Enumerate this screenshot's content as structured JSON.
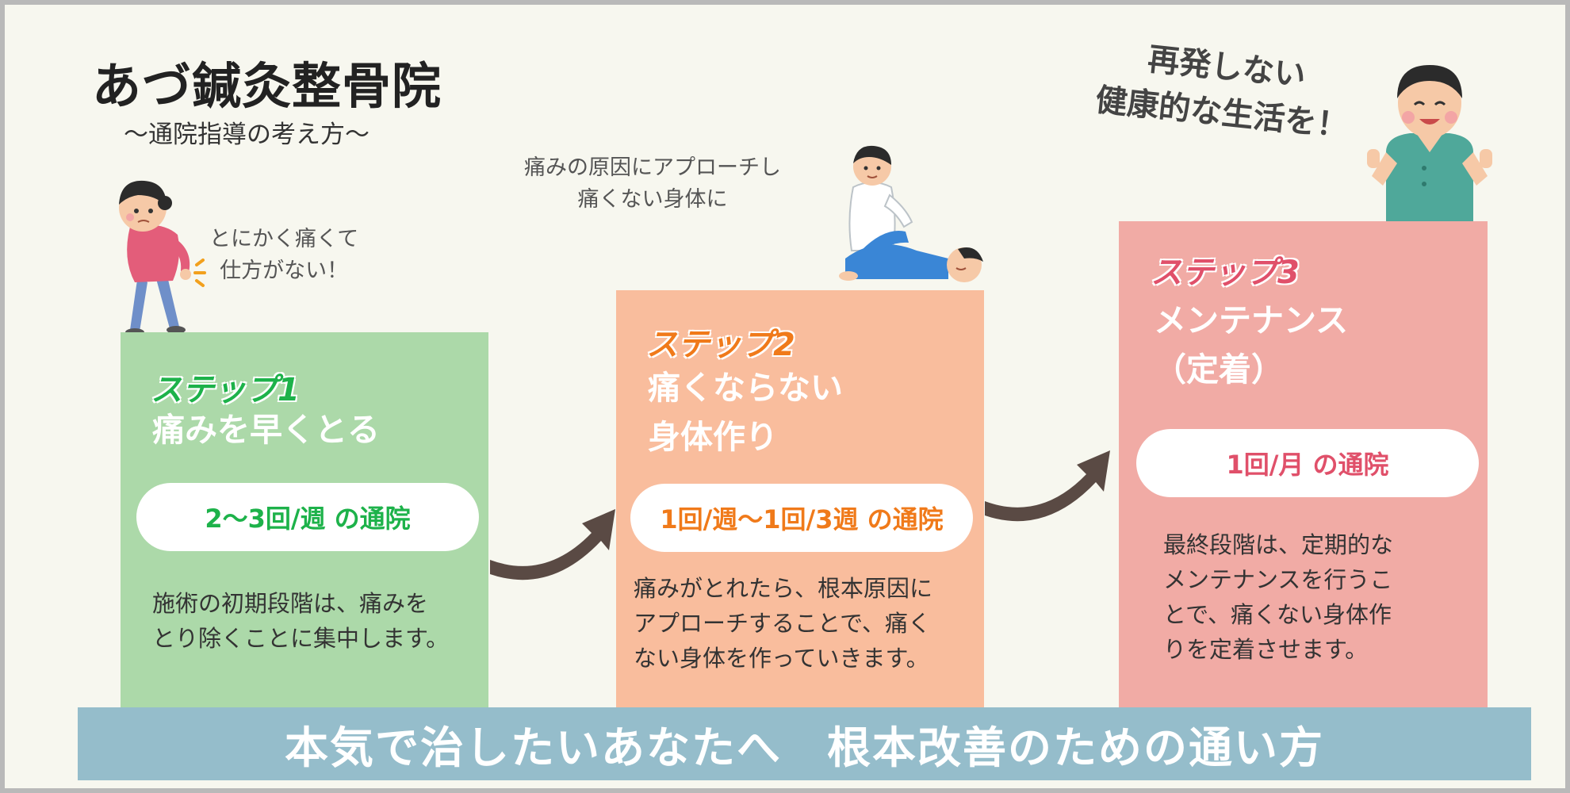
{
  "header": {
    "title": "あづ鍼灸整骨院",
    "subtitle": "〜通院指導の考え方〜"
  },
  "notes": {
    "patient_pain": [
      "とにかく痛くて",
      "仕方がない！"
    ],
    "approach": [
      "痛みの原因にアプローチし",
      "痛くない身体に"
    ],
    "goal": [
      "再発しない",
      "健康的な生活を！"
    ]
  },
  "steps": [
    {
      "label": "ステップ1",
      "heading": [
        "痛みを早くとる"
      ],
      "frequency": "2〜3回/週 の通院",
      "description": [
        "施術の初期段階は、痛みを",
        "とり除くことに集中します。"
      ]
    },
    {
      "label": "ステップ2",
      "heading": [
        "痛くならない",
        "身体作り"
      ],
      "frequency": "1回/週〜1回/3週 の通院",
      "description": [
        "痛みがとれたら、根本原因に",
        "アプローチすることで、痛く",
        "ない身体を作っていきます。"
      ]
    },
    {
      "label": "ステップ3",
      "heading": [
        "メンテナンス",
        "（定着）"
      ],
      "frequency": "1回/月 の通院",
      "description": [
        "最終段階は、定期的な",
        "メンテナンスを行うこ",
        "とで、痛くない身体作",
        "りを定着させます。"
      ]
    }
  ],
  "banner": {
    "text": "本気で治したいあなたへ　根本改善のための通い方"
  },
  "colors": {
    "background": "#f7f7ef",
    "step1_bg": "#acd9a9",
    "step1_accent": "#1db24a",
    "step2_bg": "#f9bd9d",
    "step2_accent": "#f07a1a",
    "step3_bg": "#f1aba5",
    "step3_accent": "#e0506a",
    "banner_bg": "#95bdcb",
    "arrow": "#5a4a44"
  },
  "illustrations": {
    "patient": "woman-back-pain-icon",
    "therapist": "therapist-treating-patient-icon",
    "doctor": "smiling-doctor-thumbs-up-icon"
  }
}
